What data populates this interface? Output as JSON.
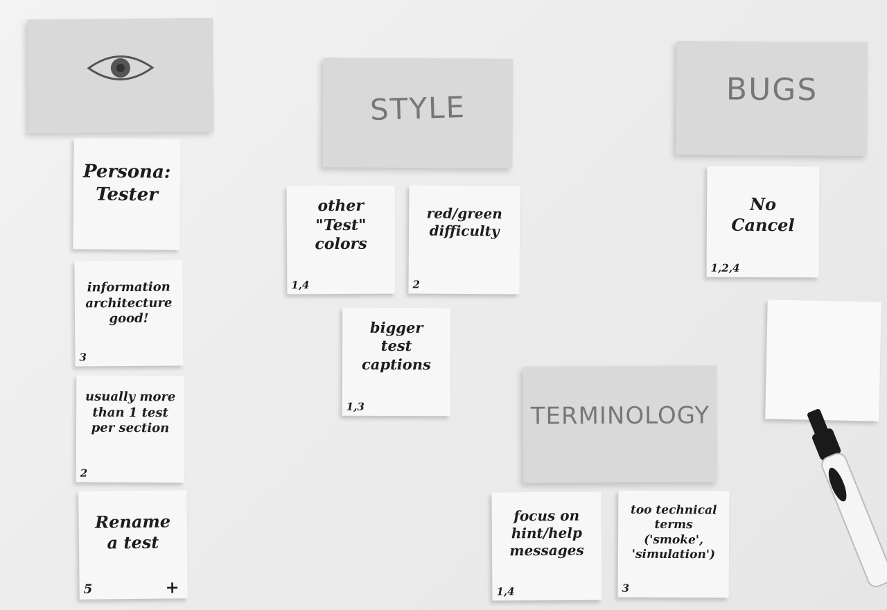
{
  "headers": {
    "observation_icon": "eye-icon",
    "style": "STYLE",
    "bugs": "BUGS",
    "terminology": "TERMINOLOGY"
  },
  "notes": {
    "persona": {
      "text": "Persona:\nTester"
    },
    "information_architecture": {
      "text": "information\narchitecture\ngood!",
      "count": "3"
    },
    "more_tests": {
      "text": "usually more\nthan 1 test\nper section",
      "count": "2"
    },
    "rename_test": {
      "text": "Rename\na test",
      "count": "5",
      "mark": "+"
    },
    "other_test_colors": {
      "text": "other\n\"Test\"\ncolors",
      "count": "1,4"
    },
    "red_green": {
      "text": "red/green\ndifficulty",
      "count": "2"
    },
    "bigger_captions": {
      "text": "bigger\ntest\ncaptions",
      "count": "1,3"
    },
    "no_cancel": {
      "text": "No\nCancel",
      "count": "1,2,4"
    },
    "focus_hint": {
      "text": "focus on\nhint/help\nmessages",
      "count": "1,4"
    },
    "technical_terms": {
      "text": "too technical\nterms\n('smoke',\n'simulation')",
      "count": "3"
    }
  },
  "colors": {
    "header_note": "#d9d9d9",
    "note": "#f7f7f7",
    "ink": "#1d1d1d",
    "header_ink": "#777777"
  }
}
